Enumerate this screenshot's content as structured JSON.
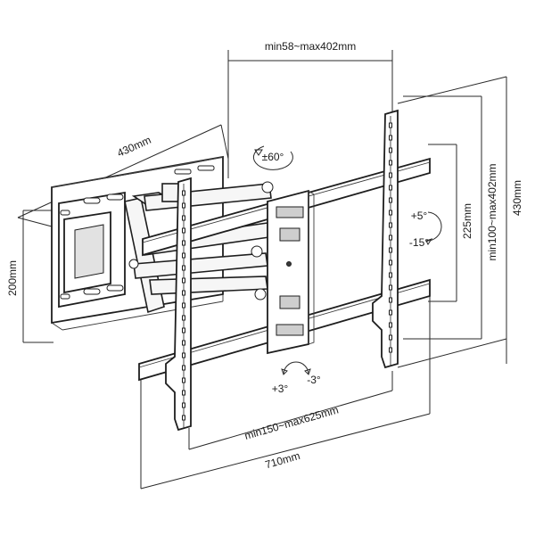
{
  "labels": {
    "depth": "min58~max402mm",
    "wall_plate_width": "430mm",
    "wall_plate_height": "200mm",
    "swivel": "±60°",
    "tilt_up": "+5°",
    "tilt_down": "-15°",
    "vertical_span": "225mm",
    "vesa_vertical": "min100~max402mm",
    "overall_height": "430mm",
    "rotate_left": "+3°",
    "rotate_right": "-3°",
    "vesa_horizontal": "min150~max625mm",
    "overall_width": "710mm"
  },
  "colors": {
    "line": "#1e1e1e",
    "background": "#ffffff"
  }
}
